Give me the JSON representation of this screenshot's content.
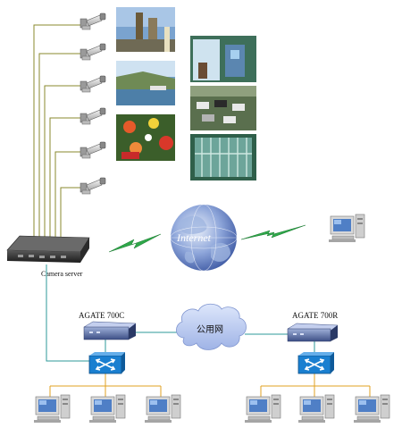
{
  "diagram": {
    "camera_server_label": "Camera server",
    "internet_label": "Internet",
    "agate_left_label": "AGATE 700C",
    "agate_right_label": "AGATE 700R",
    "public_network_label": "公用网"
  },
  "icons": {
    "camera": "camera-icon",
    "server": "camera-server-icon",
    "globe": "internet-globe-icon",
    "lightning": "lightning-link-icon",
    "computer": "computer-icon",
    "agate": "agate-device-icon",
    "switch": "network-switch-icon",
    "cloud": "public-network-cloud-icon"
  },
  "colors": {
    "camera_wire": "#8a8a2e",
    "server_to_switch": "#2e9a9a",
    "lan_wire": "#e0a020",
    "lightning": "#2fa84a",
    "switch_blue": "#1a7fd0",
    "cloud": "#b8c8ef"
  }
}
